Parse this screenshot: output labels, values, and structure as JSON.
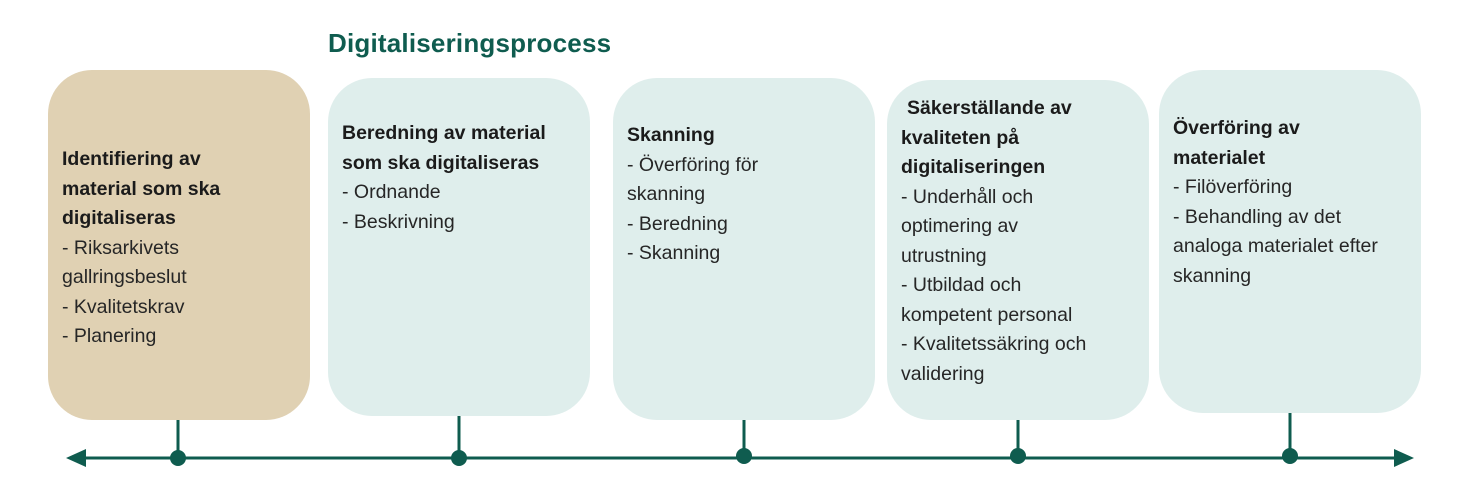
{
  "title": "Digitaliseringsprocess",
  "colors": {
    "accent": "#0f5c4f",
    "first_stage_bg": "#e0d1b3",
    "stage_bg": "#dfeeec"
  },
  "stages": [
    {
      "heading_lines": [
        "Identifiering av",
        "material som ska",
        "digitaliseras"
      ],
      "item_lines": [
        "- Riksarkivets",
        "gallringsbeslut",
        "- Kvalitetskrav",
        "- Planering"
      ]
    },
    {
      "heading_lines": [
        "Beredning av material",
        "som ska digitaliseras"
      ],
      "item_lines": [
        "- Ordnande",
        "- Beskrivning"
      ]
    },
    {
      "heading_lines": [
        "Skanning"
      ],
      "item_lines": [
        "- Överföring för",
        "skanning",
        "- Beredning",
        "- Skanning"
      ]
    },
    {
      "heading_lines": [
        "Säkerställande av",
        "kvaliteten på",
        "digitaliseringen"
      ],
      "item_lines": [
        "- Underhåll och",
        "optimering av",
        "utrustning",
        "- Utbildad och",
        "kompetent personal",
        "- Kvalitetssäkring och",
        "validering"
      ]
    },
    {
      "heading_lines": [
        "Överföring av",
        "materialet"
      ],
      "item_lines": [
        "- Filöverföring",
        "- Behandling av det",
        "analoga materialet efter",
        "skanning"
      ]
    }
  ]
}
